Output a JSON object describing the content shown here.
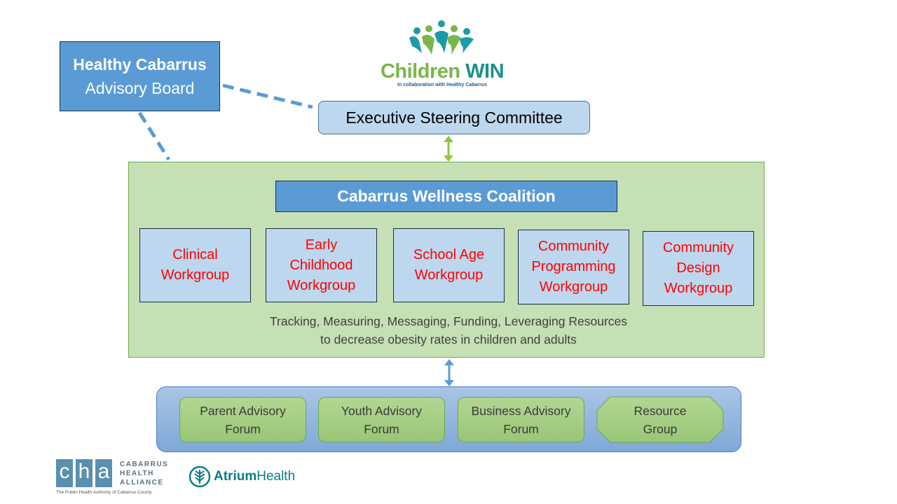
{
  "logo": {
    "title_part1": "Children ",
    "title_part2": "WIN",
    "subtitle": "In collaboration with Healthy Cabarrus",
    "icon": "people-figures-icon"
  },
  "advisory_board": {
    "line1": "Healthy Cabarrus",
    "line2": "Advisory Board"
  },
  "steering_committee": {
    "label": "Executive Steering Committee"
  },
  "coalition": {
    "title": "Cabarrus Wellness Coalition",
    "workgroups": [
      {
        "label": "Clinical\nWorkgroup"
      },
      {
        "label": "Early\nChildhood\nWorkgroup"
      },
      {
        "label": "School Age\nWorkgroup"
      },
      {
        "label": "Community\nProgramming\nWorkgroup"
      },
      {
        "label": "Community\nDesign\nWorkgroup"
      }
    ],
    "tagline": "Tracking, Measuring, Messaging, Funding, Leveraging Resources\nto decrease obesity rates in children and adults"
  },
  "forums": [
    {
      "label": "Parent Advisory\nForum"
    },
    {
      "label": "Youth Advisory\nForum"
    },
    {
      "label": "Business Advisory\nForum"
    },
    {
      "label": "Resource\nGroup"
    }
  ],
  "footer": {
    "cha_letters": [
      "c",
      "h",
      "a"
    ],
    "cha_name": "CABARRUS\nHEALTH\nALLIANCE",
    "cha_tagline": "The Public Health Authority of Cabarrus County",
    "atrium_part1": "Atrium",
    "atrium_part2": "Health"
  },
  "colors": {
    "primary_blue": "#5b9bd5",
    "light_blue": "#bdd7ee",
    "coalition_green": "#c5e0b4",
    "workgroup_text": "#ff0000",
    "connector_blue": "#5b9bd5",
    "connector_green": "#8dc63f"
  }
}
